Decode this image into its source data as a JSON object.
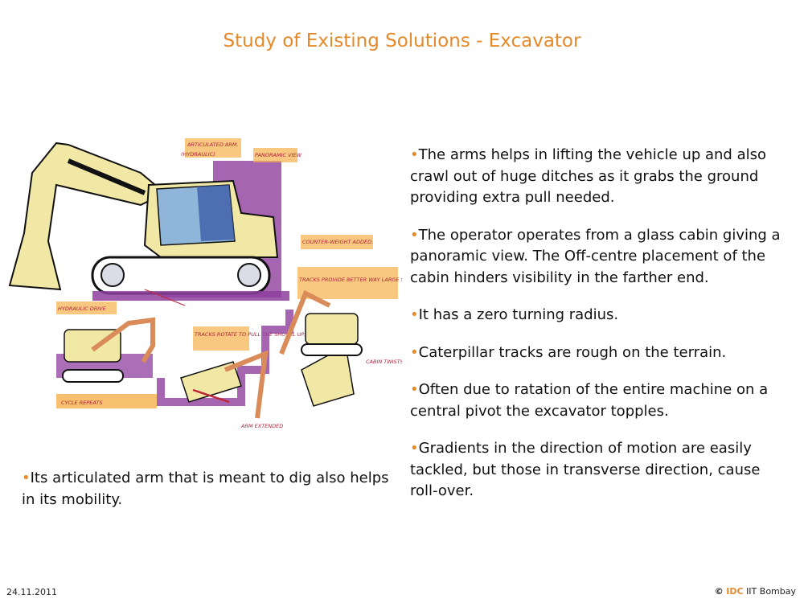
{
  "slide": {
    "title": "Study of Existing Solutions - Excavator",
    "bullet_char": "•",
    "right_bullets": [
      "The arms helps in lifting the vehicle up and also crawl out of huge ditches as it grabs the ground providing extra pull needed.",
      "The operator operates from a glass cabin giving a panoramic view. The Off-centre placement of the cabin hinders visibility in the farther end.",
      "It has a zero turning radius.",
      "Caterpillar tracks are rough on the terrain.",
      "Often due to ratation of the entire machine on a central pivot the excavator topples.",
      "Gradients in the direction of motion are easily tackled, but those in transverse direction, cause roll-over."
    ],
    "left_bullet": "Its articulated arm that is meant to dig also helps in its mobility."
  },
  "sketch_labels": {
    "articulated_arm": "ARTICULATED ARM.",
    "hydraulic": "(HYDRAULIC)",
    "panoramic_view": "PANORAMIC VIEW",
    "counter_weight": "COUNTER-WEIGHT ADDED.",
    "tracks_provide": "TRACKS PROVIDE BETTER WAY LARGE SURFACE AREA (SUITABLE FOR HEAVY LOADS)",
    "hydraulic_drive": "HYDRAULIC DRIVE",
    "tracks_rotate": "TRACKS ROTATE TO PULL THE SHOVEL UP.",
    "cabin_twists": "CABIN TWISTS",
    "cycle_repeats": "CYCLE REPEATS",
    "arm_extended": "ARM EXTENDED"
  },
  "footer": {
    "date": "24.11.2011",
    "copyright": "©",
    "org": "IDC",
    "institution": "IIT Bombay"
  },
  "colors": {
    "accent": "#e58a2a",
    "sketch_purple": "#8e3f9e",
    "sketch_yellow": "#f2e8a6",
    "sketch_blue": "#8fb6d9",
    "label_orange": "#f5b04a"
  }
}
